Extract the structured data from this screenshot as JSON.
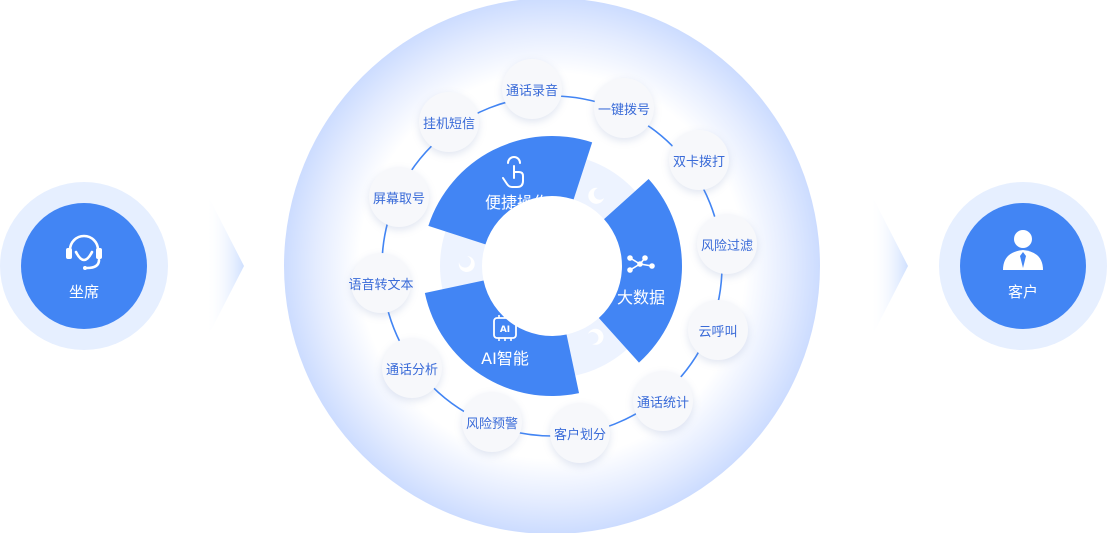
{
  "left_node": {
    "label": "坐席",
    "icon": "headset-icon"
  },
  "right_node": {
    "label": "客户",
    "icon": "person-icon"
  },
  "center_segments": [
    {
      "label": "便捷操作",
      "icon": "tap-hand-icon"
    },
    {
      "label": "大数据",
      "icon": "data-network-icon"
    },
    {
      "label": "AI智能",
      "icon": "ai-chip-icon",
      "icon_text": "AI"
    }
  ],
  "features": [
    {
      "label": "通话录音"
    },
    {
      "label": "一键拨号"
    },
    {
      "label": "双卡拨打"
    },
    {
      "label": "风险过滤"
    },
    {
      "label": "云呼叫"
    },
    {
      "label": "通话统计"
    },
    {
      "label": "客户划分"
    },
    {
      "label": "风险预警"
    },
    {
      "label": "通话分析"
    },
    {
      "label": "语音转文本"
    },
    {
      "label": "屏幕取号"
    },
    {
      "label": "挂机短信"
    }
  ],
  "colors": {
    "primary_blue": "#4285f4",
    "halo_blue": "#e6efff",
    "pill_text": "#3a6bd8"
  }
}
